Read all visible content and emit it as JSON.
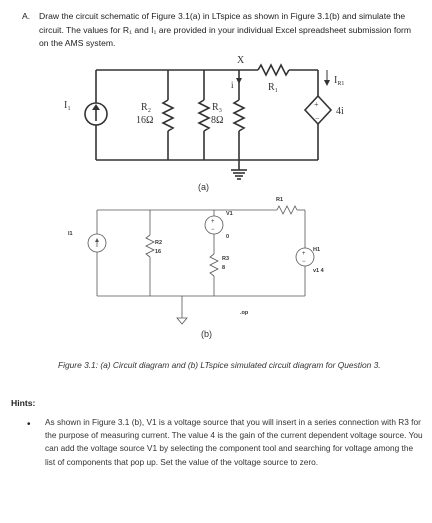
{
  "question": {
    "number": "A.",
    "text": "Draw the circuit schematic of Figure 3.1(a) in LTspice as shown in Figure 3.1(b) and simulate the circuit. The values for R₁ and I₁ are provided in your individual Excel spreadsheet submission form on the AMS system."
  },
  "figure_a": {
    "node_x": "X",
    "current_i": "i",
    "r1": "R₁",
    "i_r1": "I",
    "i_r1_sub": "R1",
    "i1": "I₁",
    "r2": "R₂",
    "r2_value": "16Ω",
    "r3": "R₃",
    "r3_value": "8Ω",
    "source_gain": "4i",
    "plus": "+",
    "minus": "−",
    "caption": "(a)"
  },
  "figure_b": {
    "i1": "I1",
    "r2": "R2",
    "r2_value": "16",
    "v1": "V1",
    "v1_value": "0",
    "r3": "R3",
    "r3_value": "8",
    "r1": "R1",
    "h1": "H1",
    "h1_value": "v1 4",
    "directive": ".op",
    "caption": "(b)"
  },
  "figure_caption": "Figure 3.1: (a) Circuit diagram and (b) LTspice simulated circuit diagram for Question 3.",
  "hints": {
    "label": "Hints:",
    "bullet": "•",
    "text": "As shown in Figure 3.1 (b), V1 is a voltage source that you will insert in a series connection with R3 for the purpose of measuring current. The value 4 is the gain of the current dependent voltage source. You can add the voltage source V1 by selecting the component tool and searching for voltage among the list of components that pop up. Set the value of the voltage source to zero."
  }
}
